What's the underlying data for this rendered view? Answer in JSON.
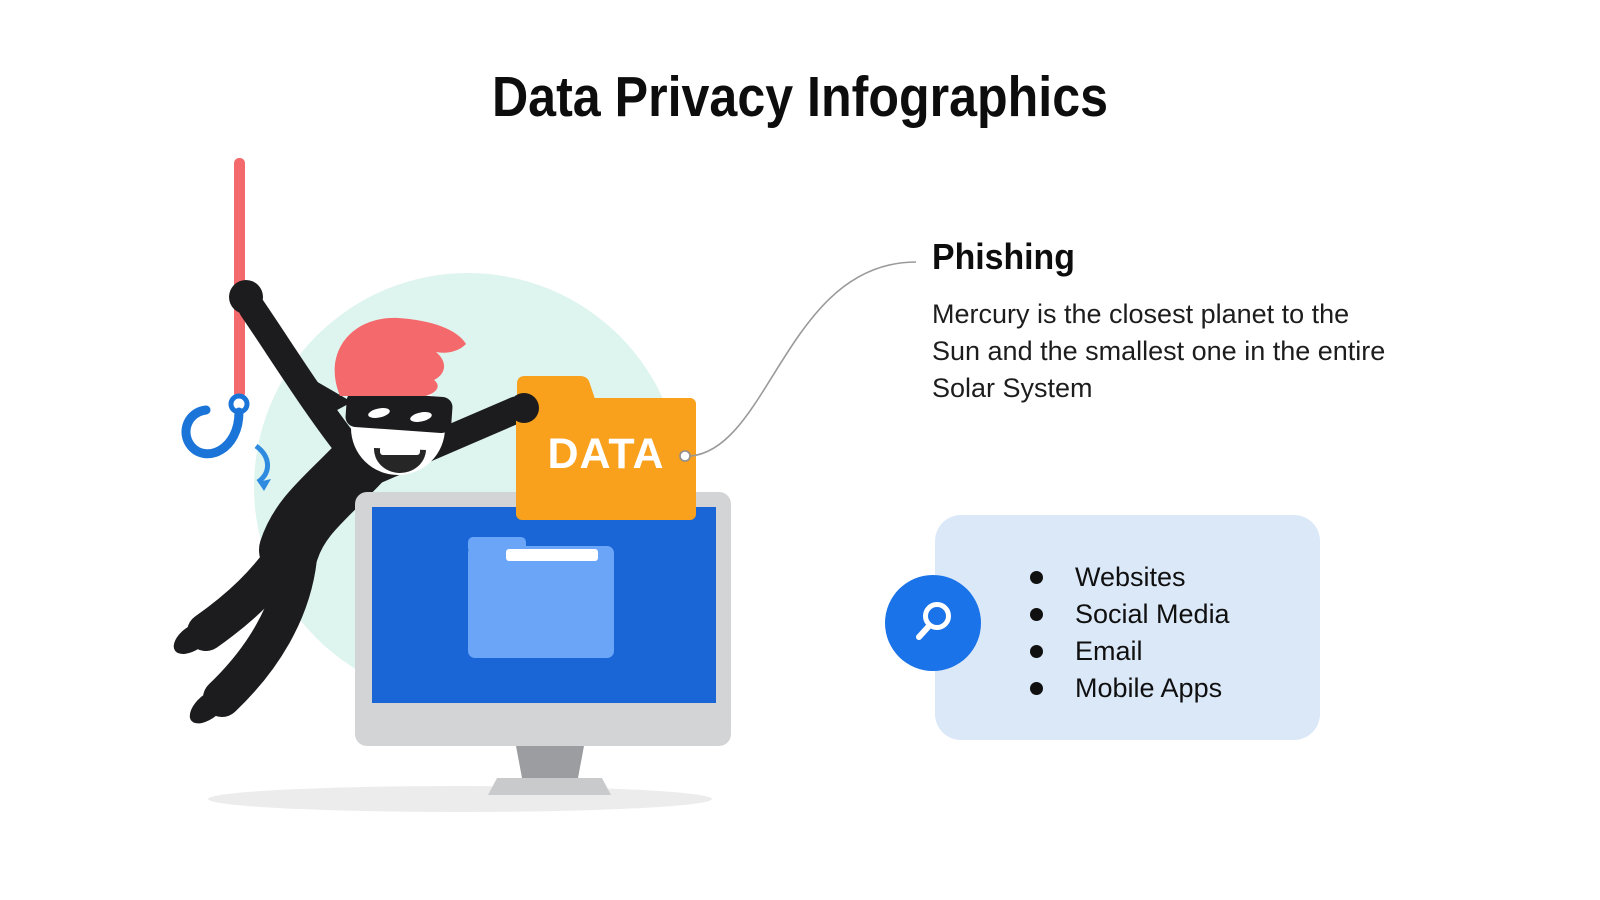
{
  "title": "Data Privacy Infographics",
  "illustration": {
    "folder_label": "DATA",
    "icons": [
      "thief-character",
      "fishing-hook-icon",
      "data-folder-icon",
      "computer-monitor-icon",
      "screen-folder-icon"
    ]
  },
  "callout": {
    "heading": "Phishing",
    "body": "Mercury is the closest planet to the Sun and the smallest one in the entire Solar System"
  },
  "card": {
    "icon": "magnifier-icon",
    "items": [
      "Websites",
      "Social Media",
      "Email",
      "Mobile Apps"
    ]
  },
  "colors": {
    "accent_red": "#f4696b",
    "folder_orange": "#f9a01c",
    "screen_blue": "#1a66d6",
    "inner_folder_blue": "#6aa5f8",
    "icon_circle_blue": "#1a73e8",
    "card_background": "#dbe8f8",
    "mint_circle": "#def4ee",
    "text_black": "#111111"
  }
}
